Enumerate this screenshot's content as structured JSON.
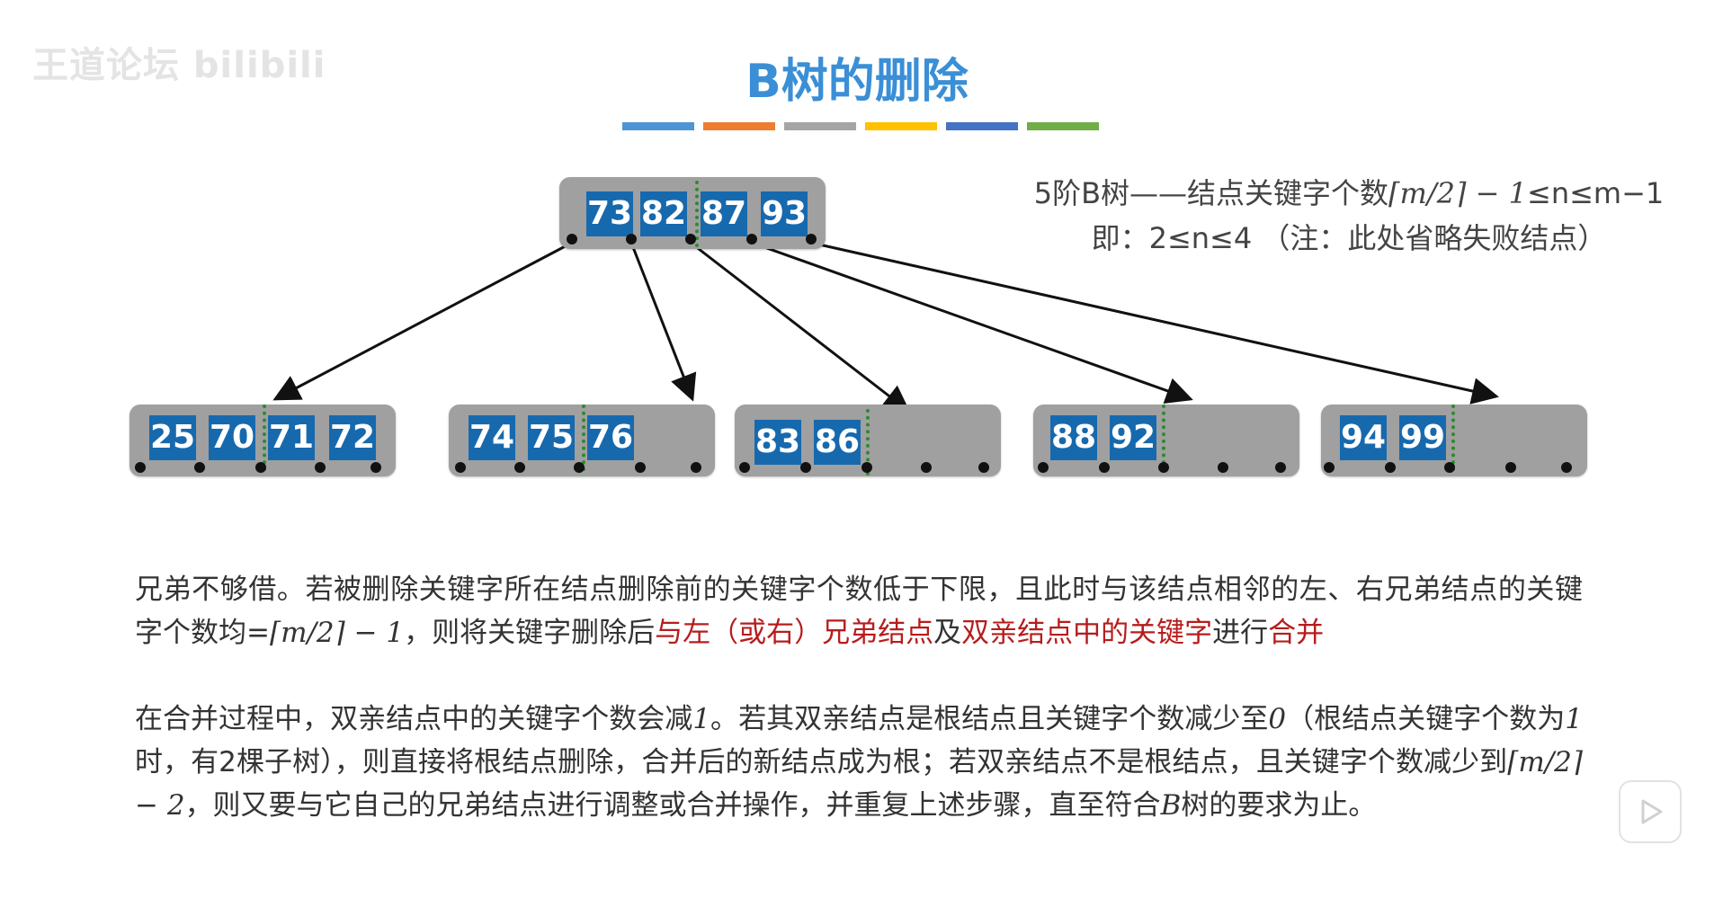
{
  "watermark": "王道论坛 bilibili",
  "title": "B树的删除",
  "header_bar_colors": [
    "#4f94d4",
    "#ee7d31",
    "#a5a5a5",
    "#ffc000",
    "#4472c4",
    "#70ad47"
  ],
  "legend": {
    "line1_prefix": "5阶B树——结点关键字个数",
    "line1_formula": "⌈m/2⌉ − 1",
    "line1_suffix": "≤n≤m−1",
    "line2": "即：2≤n≤4 （注：此处省略失败结点）"
  },
  "tree": {
    "root": {
      "keys": [
        "73",
        "82",
        "87",
        "93"
      ]
    },
    "children": [
      {
        "keys": [
          "25",
          "70",
          "71",
          "72"
        ]
      },
      {
        "keys": [
          "74",
          "75",
          "76"
        ]
      },
      {
        "keys": [
          "83",
          "86"
        ]
      },
      {
        "keys": [
          "88",
          "92"
        ]
      },
      {
        "keys": [
          "94",
          "99"
        ]
      }
    ]
  },
  "paragraph1": {
    "t1": "兄弟不够借。若被删除关键字所在结点删除前的关键字个数低于下限，且此时与该结点相邻的左、右兄弟结",
    "t2": "点的关键字个数均=",
    "f1": "⌈m/2⌉ − 1",
    "t3": "，则将关键字删除后",
    "h1": "与左（或右）兄弟结点",
    "t4": "及",
    "h2": "双亲结点中的关键字",
    "t5": "进行",
    "h3": "合并"
  },
  "paragraph2": {
    "t1": "在合并过程中，双亲结点中的关键字个数会减",
    "m1": "1",
    "t2": "。若其双亲结点是根结点且关键字个数减少至",
    "m2": "0",
    "t3": "（根结点关键字个数为",
    "m3": "1",
    "t4": "时，有2棵子树），则直接将根结点删除，合并后的新结点成为根；若双亲结点不是根结点，且关键字个数减少到",
    "f1": "⌈m/2⌉ − 2",
    "t5": "，则又要与它自己的兄弟结点进行调整或合并操作，并重复上述步骤，直至符合",
    "m4": "B",
    "t6": "树的要求为止。"
  },
  "play_icon": "play-icon"
}
